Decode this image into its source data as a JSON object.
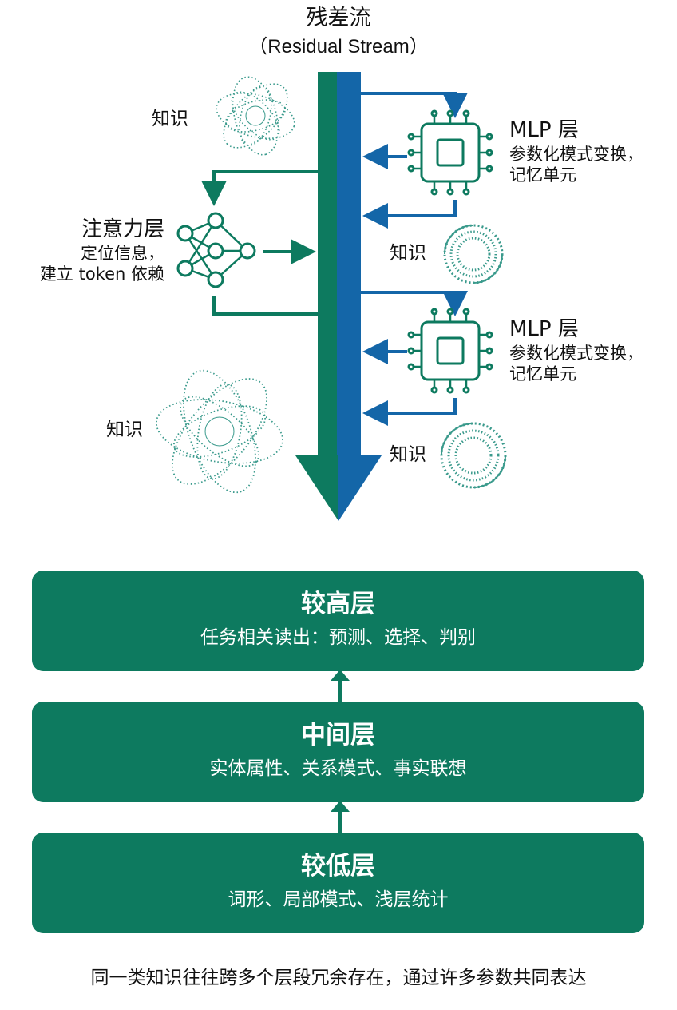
{
  "stream": {
    "title_cn": "残差流",
    "title_en": "（Residual Stream）"
  },
  "attention": {
    "title": "注意力层",
    "line1": "定位信息，",
    "line2": "建立 token 依赖"
  },
  "mlp_blocks": [
    {
      "title": "MLP 层",
      "line1": "参数化模式变换，",
      "line2": "记忆单元"
    },
    {
      "title": "MLP 层",
      "line1": "参数化模式变换，",
      "line2": "记忆单元"
    }
  ],
  "knowledge_labels": [
    "知识",
    "知识",
    "知识",
    "知识"
  ],
  "layers": [
    {
      "title": "较高层",
      "subtitle": "任务相关读出：预测、选择、判别"
    },
    {
      "title": "中间层",
      "subtitle": "实体属性、关系模式、事实联想"
    },
    {
      "title": "较低层",
      "subtitle": "词形、局部模式、浅层统计"
    }
  ],
  "footer_note": "同一类知识往往跨多个层段冗余存在，通过许多参数共同表达",
  "colors": {
    "green": "#0d7a5f",
    "blue": "#1466a8",
    "white": "#ffffff"
  },
  "icons": {
    "mlp": "chip-icon",
    "attention": "neural-network-icon",
    "knowledge_cloud": "knowledge-cloud-icon",
    "knowledge_swirl": "knowledge-swirl-icon"
  }
}
